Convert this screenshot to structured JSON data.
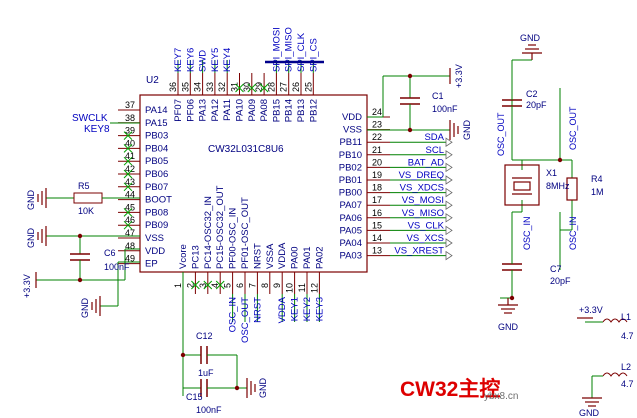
{
  "chip": {
    "ref": "U2",
    "part": "CW32L031C8U6",
    "left_pins": [
      {
        "num": "37",
        "name": "PA14"
      },
      {
        "num": "38",
        "name": "PA15"
      },
      {
        "num": "39",
        "name": "PB03"
      },
      {
        "num": "40",
        "name": "PB04"
      },
      {
        "num": "41",
        "name": "PB05"
      },
      {
        "num": "42",
        "name": "PB06"
      },
      {
        "num": "43",
        "name": "PB07"
      },
      {
        "num": "44",
        "name": "BOOT"
      },
      {
        "num": "45",
        "name": "PB08"
      },
      {
        "num": "46",
        "name": "PB09"
      },
      {
        "num": "47",
        "name": "VSS"
      },
      {
        "num": "48",
        "name": "VDD"
      },
      {
        "num": "49",
        "name": "EP"
      }
    ],
    "right_pins": [
      {
        "num": "24",
        "name": "VDD"
      },
      {
        "num": "23",
        "name": "VSS"
      },
      {
        "num": "22",
        "name": "PB11"
      },
      {
        "num": "21",
        "name": "PB10"
      },
      {
        "num": "20",
        "name": "PB02"
      },
      {
        "num": "19",
        "name": "PB01"
      },
      {
        "num": "18",
        "name": "PB00"
      },
      {
        "num": "17",
        "name": "PA07"
      },
      {
        "num": "16",
        "name": "PA06"
      },
      {
        "num": "15",
        "name": "PA05"
      },
      {
        "num": "14",
        "name": "PA04"
      },
      {
        "num": "13",
        "name": "PA03"
      }
    ],
    "top_pins": [
      {
        "num": "36",
        "name": "PF07"
      },
      {
        "num": "35",
        "name": "PF06"
      },
      {
        "num": "34",
        "name": "PA13"
      },
      {
        "num": "33",
        "name": "PA12"
      },
      {
        "num": "32",
        "name": "PA11"
      },
      {
        "num": "31",
        "name": "PA10"
      },
      {
        "num": "30",
        "name": "PA09"
      },
      {
        "num": "29",
        "name": "PA08"
      },
      {
        "num": "28",
        "name": "PB15"
      },
      {
        "num": "27",
        "name": "PB14"
      },
      {
        "num": "26",
        "name": "PB13"
      },
      {
        "num": "25",
        "name": "PB12"
      }
    ],
    "bottom_pins": [
      {
        "num": "1",
        "name": "Vcore"
      },
      {
        "num": "2",
        "name": "PC13"
      },
      {
        "num": "3",
        "name": "PC14-OSC32_IN"
      },
      {
        "num": "4",
        "name": "PC15-OSC32_OUT"
      },
      {
        "num": "5",
        "name": "PF00-OSC_IN"
      },
      {
        "num": "6",
        "name": "PF01-OSC_OUT"
      },
      {
        "num": "7",
        "name": "NRST"
      },
      {
        "num": "8",
        "name": "VSSA"
      },
      {
        "num": "9",
        "name": "VDDA"
      },
      {
        "num": "10",
        "name": "PA00"
      },
      {
        "num": "11",
        "name": "PA01"
      },
      {
        "num": "12",
        "name": "PA02"
      }
    ]
  },
  "net_labels": {
    "top": [
      "KEY7",
      "KEY6",
      "SWD",
      "KEY5",
      "KEY4",
      "SPI_MOSI",
      "SPI_MISO",
      "SPI_CLK",
      "SPI_CS"
    ],
    "left": [
      "SWCLK",
      "KEY8"
    ],
    "right": [
      "SDA",
      "SCL",
      "BAT_AD",
      "VS_DREQ",
      "VS_XDCS",
      "VS_MOSI",
      "VS_MISO",
      "VS_CLK",
      "VS_XCS",
      "VS_XREST"
    ],
    "bottom": [
      "OSC_IN",
      "OSC_OUT",
      "NRST",
      "VDDA",
      "KEY1",
      "KEY2",
      "KEY3"
    ],
    "crystal_top": "OSC_OUT",
    "crystal_bottom": "OSC_IN",
    "r4_top": "OSC_OUT",
    "r4_bottom": "OSC_IN"
  },
  "components": {
    "r5": {
      "ref": "R5",
      "value": "10K"
    },
    "c6": {
      "ref": "C6",
      "value": "100nF"
    },
    "c1": {
      "ref": "C1",
      "value": "100nF"
    },
    "c12": {
      "ref": "C12",
      "value": "1uF"
    },
    "c15": {
      "ref": "C15",
      "value": "100nF"
    },
    "c2": {
      "ref": "C2",
      "value": "20pF"
    },
    "c7": {
      "ref": "C7",
      "value": "20pF"
    },
    "x1": {
      "ref": "X1",
      "value": "8MHz"
    },
    "r4": {
      "ref": "R4",
      "value": "1M"
    },
    "l1": {
      "ref": "L1",
      "value": "4.7"
    },
    "l2": {
      "ref": "L2",
      "value": "4.7"
    }
  },
  "power": {
    "gnd": "GND",
    "vcc": "+3.3V"
  },
  "title": "CW32主控",
  "watermark": "ybx8.cn",
  "colors": {
    "wire": "#008000",
    "part": "#7b0000",
    "pin_name": "#000080",
    "pin_num": "#000000",
    "net": "#0000c0",
    "nc": "#00a000",
    "title": "#dd0000",
    "junction": "#7b0000"
  }
}
